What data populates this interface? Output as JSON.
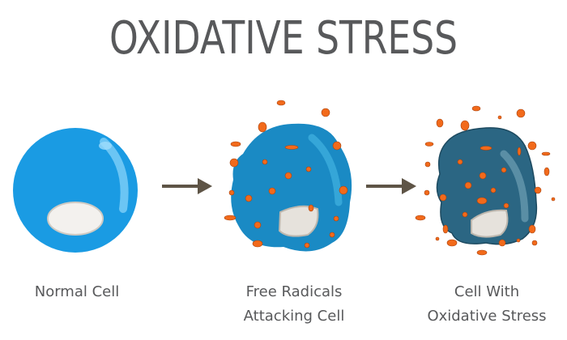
{
  "title": "OXIDATIVE STRESS",
  "stages": [
    {
      "label_lines": [
        "Normal Cell"
      ]
    },
    {
      "label_lines": [
        "Free Radicals",
        "Attacking Cell"
      ]
    },
    {
      "label_lines": [
        "Cell With",
        "Oxidative Stress"
      ]
    }
  ],
  "colors": {
    "title": "#58595b",
    "normal_cell": "#1a9be3",
    "attacked_cell": "#1a8ac4",
    "stressed_cell": "#2b6683",
    "free_radical": "#f26a1b",
    "arrow": "#5e5446",
    "nucleus": "#e6e2dc"
  },
  "icons": [
    "arrow-right-icon",
    "arrow-right-icon"
  ]
}
